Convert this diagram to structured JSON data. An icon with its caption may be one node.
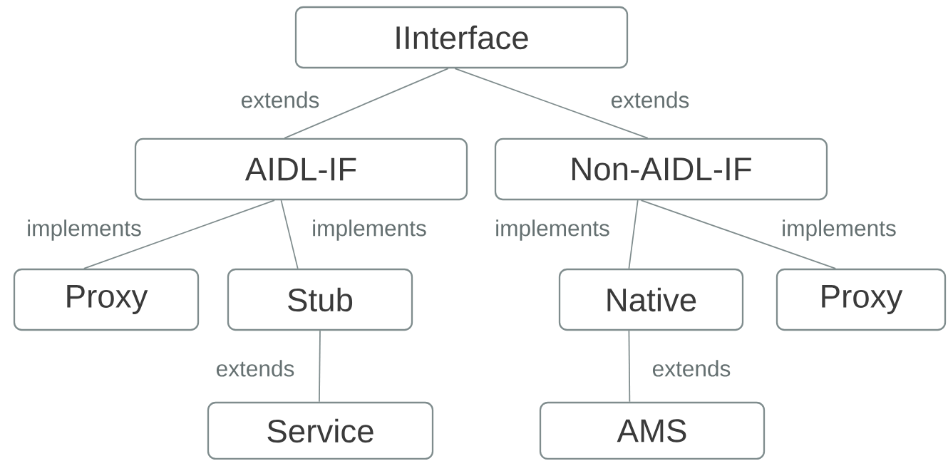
{
  "diagram": {
    "nodes": [
      {
        "text": [
          "IInterface"
        ]
      },
      {
        "text": [
          "AIDL-IF"
        ]
      },
      {
        "text": [
          "Non-AIDL-IF"
        ]
      },
      {
        "text": [
          "Proxy"
        ]
      },
      {
        "text": [
          "Stub"
        ]
      },
      {
        "text": [
          "Native"
        ]
      },
      {
        "text": [
          "Proxy"
        ]
      },
      {
        "text": [
          "Service"
        ]
      },
      {
        "text": [
          "AMS"
        ]
      }
    ],
    "edges": [
      {
        "from": 0,
        "to": 1,
        "arrow": "none",
        "label": "extends"
      },
      {
        "from": 0,
        "to": 2,
        "arrow": "none",
        "label": "extends"
      },
      {
        "from": 1,
        "to": 3,
        "arrow": "none",
        "label": "implements"
      },
      {
        "from": 1,
        "to": 4,
        "arrow": "none",
        "label": "implements"
      },
      {
        "from": 2,
        "to": 5,
        "arrow": "none",
        "label": "implements"
      },
      {
        "from": 2,
        "to": 6,
        "arrow": "none",
        "label": "implements"
      },
      {
        "from": 4,
        "to": 7,
        "arrow": "none",
        "label": "extends"
      },
      {
        "from": 5,
        "to": 8,
        "arrow": "none",
        "label": "extends"
      }
    ]
  }
}
